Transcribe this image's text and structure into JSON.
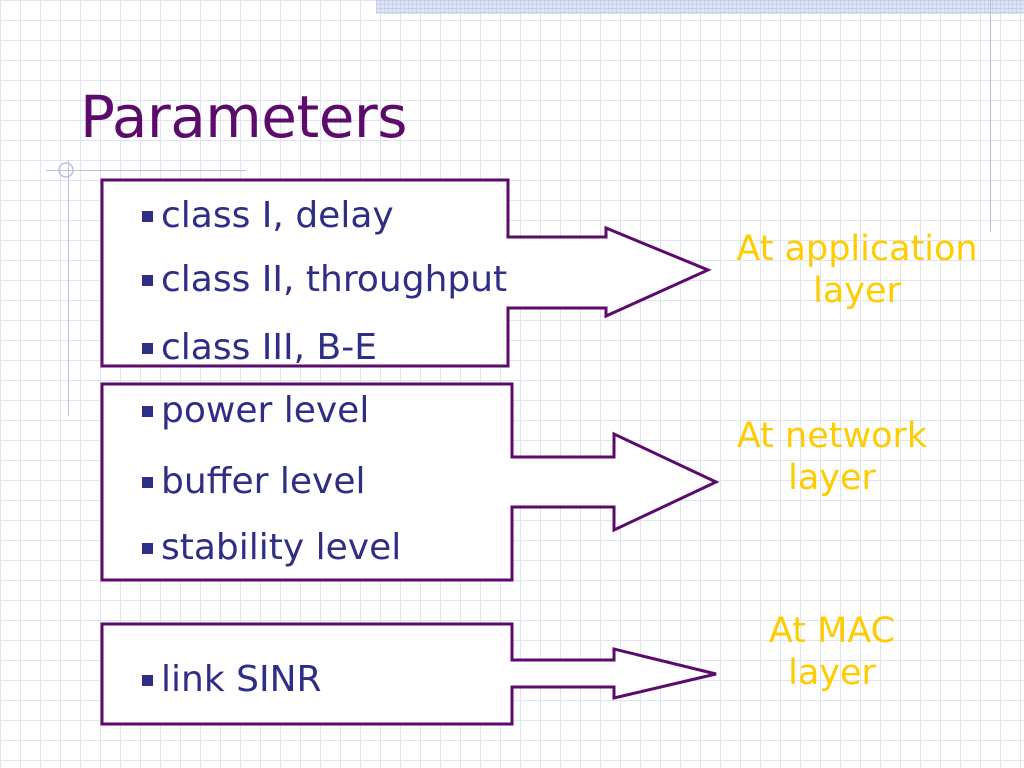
{
  "slide": {
    "title": "Parameters"
  },
  "groups": [
    {
      "items": [
        "class I, delay",
        "class II, throughput",
        "class III, B-E"
      ],
      "layer": [
        "At application",
        "layer"
      ]
    },
    {
      "items": [
        "power level",
        "buffer level",
        "stability level"
      ],
      "layer": [
        "At network",
        "layer"
      ]
    },
    {
      "items": [
        "link SINR"
      ],
      "layer": [
        "At MAC",
        "layer"
      ]
    }
  ],
  "colors": {
    "title": "#5c0a6b",
    "text": "#2e2e86",
    "box_stroke": "#5c0a6b",
    "layer_label": "#ffcc00"
  }
}
